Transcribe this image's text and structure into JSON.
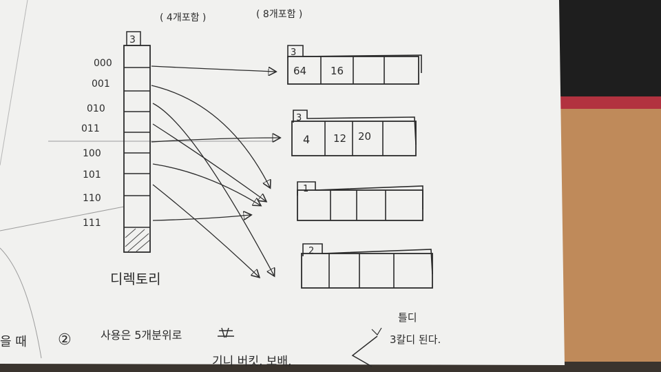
{
  "header_notes": {
    "left": "( 4개포함 )",
    "right": "( 8개포함 )"
  },
  "directory": {
    "local_depth": "3",
    "label": "디렉토리",
    "bits": [
      "000",
      "001",
      "010",
      "011",
      "100",
      "101",
      "110",
      "111"
    ]
  },
  "buckets": [
    {
      "depth": "3",
      "values": [
        "64",
        "16",
        "",
        ""
      ]
    },
    {
      "depth": "3",
      "values": [
        "4",
        "12",
        "20",
        ""
      ]
    },
    {
      "depth": "1",
      "values": [
        "",
        "",
        "",
        ""
      ]
    },
    {
      "depth": "2",
      "values": [
        "",
        "",
        "",
        ""
      ]
    }
  ],
  "bottom_notes": {
    "left_fragment": "을 때",
    "item_number": "②",
    "line1": "사용은 5개분위로",
    "line2": "기니 버킷, 보배,",
    "right_line1": "틀디",
    "right_line2": "3칼디 된다."
  },
  "colors": {
    "paper": "#f1f1ef",
    "ink": "#2b2b2b",
    "table": "#bf8a5a",
    "laptop": "#1e1e1e",
    "laptop_edge": "#b2323f"
  }
}
